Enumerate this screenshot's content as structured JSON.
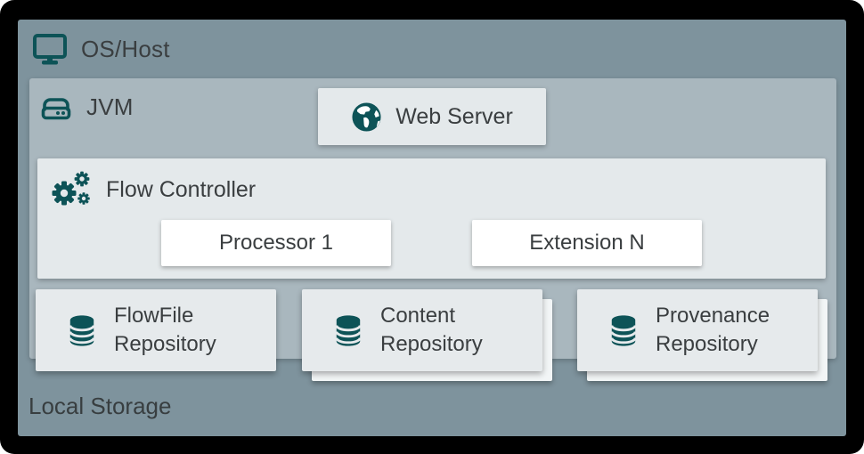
{
  "diagram": {
    "title_area": {},
    "os_host": {
      "label": "OS/Host"
    },
    "jvm": {
      "label": "JVM"
    },
    "web_server": {
      "label": "Web Server"
    },
    "flow_controller": {
      "label": "Flow Controller"
    },
    "processor": {
      "label": "Processor 1"
    },
    "extension": {
      "label": "Extension N"
    },
    "repositories": [
      {
        "id": "flowfile",
        "line1": "FlowFile",
        "line2": "Repository",
        "stacked": false
      },
      {
        "id": "content",
        "line1": "Content",
        "line2": "Repository",
        "stacked": true
      },
      {
        "id": "provenance",
        "line1": "Provenance",
        "line2": "Repository",
        "stacked": true
      }
    ],
    "local_storage": {
      "label": "Local Storage"
    },
    "colors": {
      "frame_background": "#000000",
      "os_host_background": "#7e939d",
      "jvm_background": "#a9b7be",
      "panel_background": "#e4e9eb",
      "white_box_background": "#ffffff",
      "accent_teal": "#0d5357",
      "text": "#3a3e40"
    }
  }
}
